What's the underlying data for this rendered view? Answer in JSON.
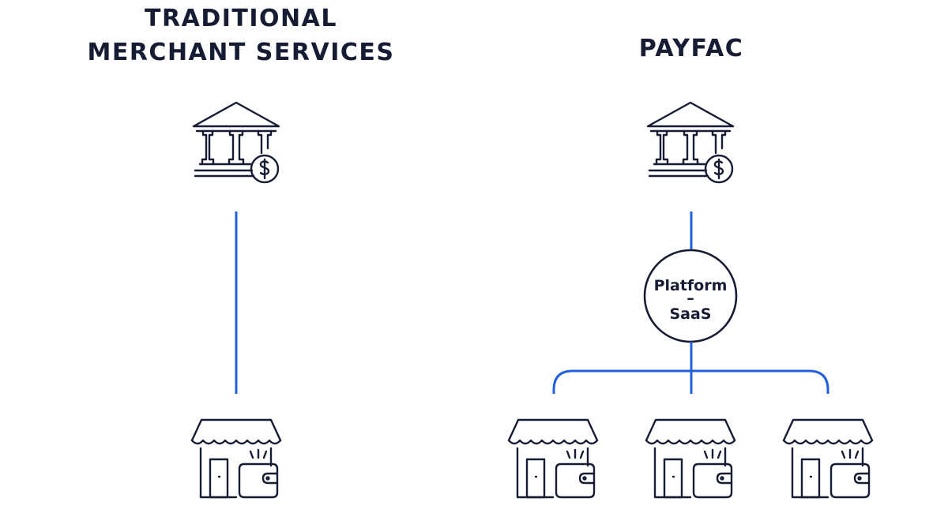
{
  "colors": {
    "ink": "#161c33",
    "connector": "#2060e0",
    "background": "#ffffff"
  },
  "left_column": {
    "title_line1": "TRADITIONAL",
    "title_line2": "MERCHANT SERVICES",
    "icons": [
      "bank-icon",
      "storefront-icon"
    ]
  },
  "right_column": {
    "title": "PAYFAC",
    "icons": [
      "bank-icon",
      "storefront-icon",
      "storefront-icon",
      "storefront-icon"
    ],
    "platform_node": {
      "line1": "Platform",
      "divider": "–",
      "line2": "SaaS"
    }
  }
}
